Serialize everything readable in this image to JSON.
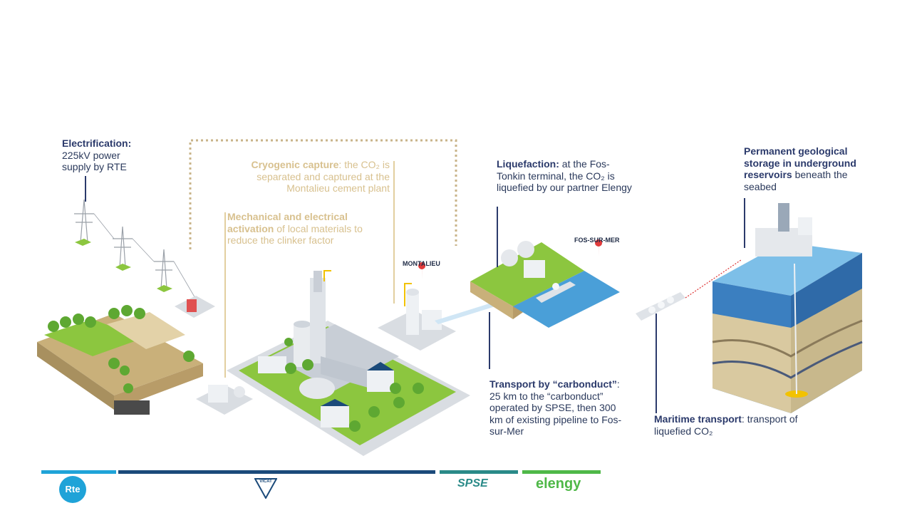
{
  "labels": {
    "electrification": {
      "title": "Electrification:",
      "text": "225kV power supply by RTE"
    },
    "cryogenic": {
      "title": "Cryogenic capture",
      "text": ": the CO₂ is separated and captured at the Montalieu cement plant"
    },
    "mechanical": {
      "title": "Mechanical and electrical activation",
      "text": " of local materials to reduce the clinker factor"
    },
    "liquefaction": {
      "title": "Liquefaction:",
      "text": " at the Fos-Tonkin terminal, the CO₂ is liquefied by our partner Elengy"
    },
    "storage": {
      "title": "Permanent geological storage in underground reservoirs",
      "text": " beneath the seabed"
    },
    "transport": {
      "title": "Transport by “carbonduct”",
      "text": ": 25 km to the “carbonduct” operated by SPSE, then 300 km of existing pipeline to Fos-sur-Mer"
    },
    "maritime": {
      "title": "Maritime transport",
      "text": ": transport of liquefied CO₂"
    }
  },
  "places": {
    "montalieu": "MONTALIEU",
    "fos": "FOS-SUR-MER"
  },
  "partners": [
    {
      "name": "Rte",
      "color": "#1fa3d8"
    },
    {
      "name": "VICAT",
      "color": "#1b4a7a"
    },
    {
      "name": "SPSE",
      "color": "#2a8a88"
    },
    {
      "name": "elengy",
      "color": "#4fb848"
    }
  ],
  "colors": {
    "navy": "#2b3a6b",
    "gold": "#d8c18f",
    "grass": "#8cc63f",
    "water": "#4a9fd8"
  }
}
